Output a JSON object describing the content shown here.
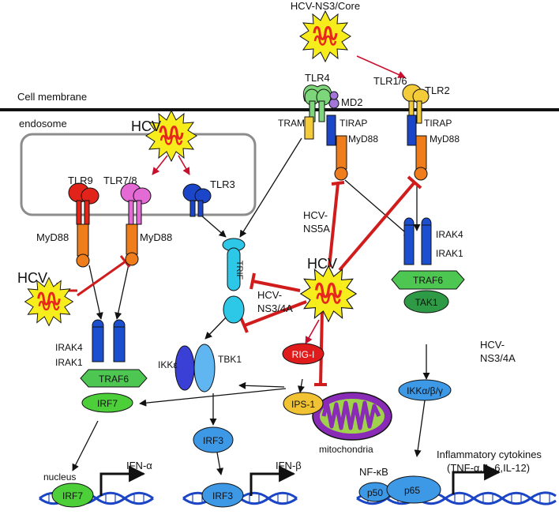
{
  "labels": {
    "hcv_ns3_core": "HCV-NS3/Core",
    "cell_membrane": "Cell membrane",
    "endosome": "endosome",
    "hcv_endosome": "HCV",
    "hcv_left": "HCV",
    "hcv_center": "HCV",
    "tlr4": "TLR4",
    "md2": "MD2",
    "tlr1_6": "TLR1/6",
    "tlr2": "TLR2",
    "tram": "TRAM",
    "tirap_center": "TIRAP",
    "tirap_right": "TIRAP",
    "myd88_center": "MyD88",
    "myd88_right": "MyD88",
    "tlr9": "TLR9",
    "tlr78": "TLR7/8",
    "tlr3": "TLR3",
    "myd88_left1": "MyD88",
    "myd88_left2": "MyD88",
    "hcv_ns5a": [
      "HCV-",
      "NS5A"
    ],
    "hcv_ns34a_center": [
      "HCV-",
      "NS3/4A"
    ],
    "hcv_ns34a_right": [
      "HCV-",
      "NS3/4A"
    ],
    "trif": "TRIF",
    "irak4_right": "IRAK4",
    "irak1_right": "IRAK1",
    "traf6_right": "TRAF6",
    "tak1": "TAK1",
    "ikk_abg": "IKKα/β/γ",
    "irak4_left": "IRAK4",
    "irak1_left": "IRAK1",
    "traf6_left": "TRAF6",
    "irf7": "IRF7",
    "ikke": "IKKε",
    "tbk1": "TBK1",
    "rigi": "RIG-I",
    "ips1": "IPS-1",
    "mitochondria": "mitochondria",
    "irf3": "IRF3",
    "nucleus": "nucleus",
    "irf7_nuc": "IRF7",
    "ifn_a": "IFN-α",
    "irf3_nuc": "IRF3",
    "ifn_b": "IFN-β",
    "nfkb": "NF-κB",
    "p50": "p50",
    "p65": "p65",
    "inflam_title": "Inflammatory cytokines",
    "inflam_list": "(TNF-α,IL-6,IL-12)"
  },
  "colors": {
    "inhibit_red": "#d01c1c",
    "activate_red": "#c8102e",
    "arrow_black": "#111111",
    "hcv_yellow": "#f7ec1c",
    "hcv_rna": "#e8261d",
    "tlr9_red": "#e2231a",
    "tlr78_pink": "#e46ad6",
    "tlr3_blue": "#1c46c9",
    "tlr4_green": "#7dd67a",
    "tlr2_yellow": "#f4cc3a",
    "md2_purple": "#a275d9",
    "myd88_orange": "#f07d1c",
    "irak_blue": "#1c4fd0",
    "traf6_green": "#4ec652",
    "tak1_green": "#2e9a45",
    "irf_green": "#4dcf3a",
    "cyan": "#2dc7e8",
    "light_blue": "#3d98e6",
    "ikke_blue": "#3a3fd6",
    "rigi_red": "#e01b1b",
    "ips1_yellow": "#f1c232",
    "mito_purple": "#8a2bb8",
    "mito_green": "#9fd14a",
    "dna_blue": "#1b45c4",
    "endosome_border": "#8c8c8c"
  }
}
